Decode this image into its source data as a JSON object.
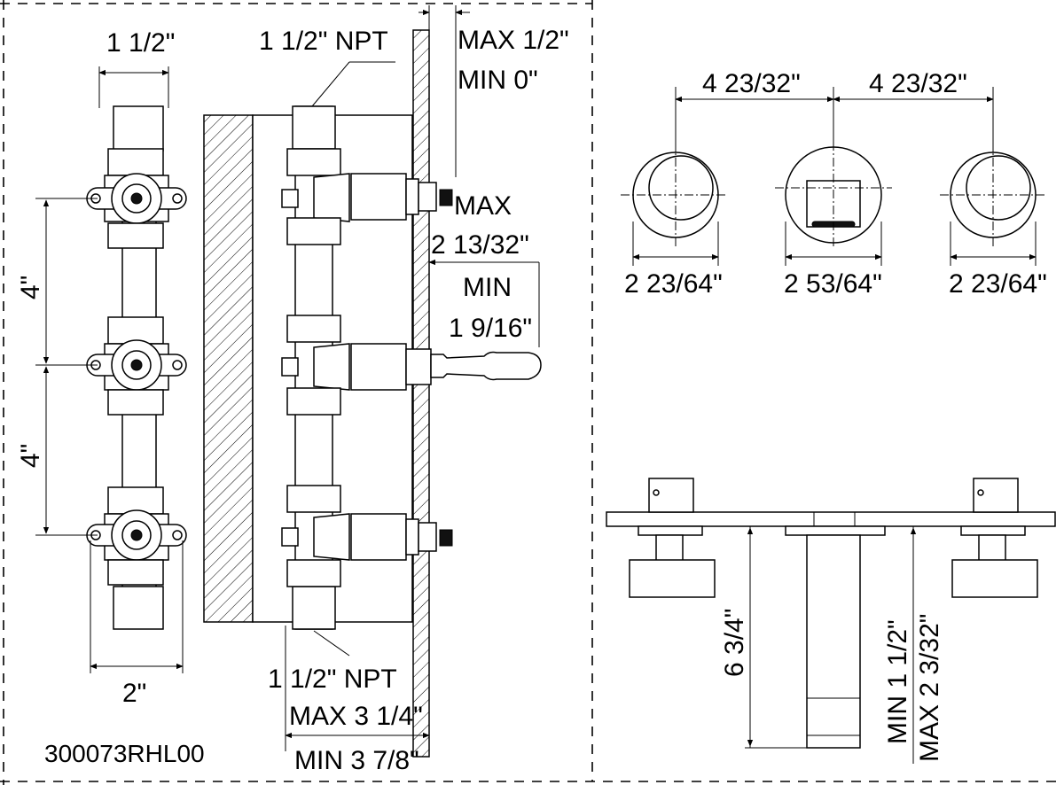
{
  "model_code": "300073RHL00",
  "front_view": {
    "top_width": "1 1/2\"",
    "spacing_upper": "4\"",
    "spacing_lower": "4\"",
    "bottom_width": "2\""
  },
  "side_view": {
    "inlet_top": "1 1/2\" NPT",
    "inlet_bottom": "1 1/2\" NPT",
    "wall_max": "MAX 1/2\"",
    "wall_min": "MIN 0\"",
    "handle_max_label": "MAX",
    "handle_max_value": "2 13/32\"",
    "handle_min_label": "MIN",
    "handle_min_value": "1 9/16\"",
    "depth_max": "MAX 3 1/4\"",
    "depth_min": "MIN 3 7/8\""
  },
  "top_view": {
    "spacing_left": "4 23/32\"",
    "spacing_right": "4 23/32\"",
    "diameter_left": "2 23/64\"",
    "diameter_center": "2 53/64\"",
    "diameter_right": "2 23/64\""
  },
  "elevation_view": {
    "spout_length": "6 3/4\"",
    "proj_min": "MIN 1 1/2\"",
    "proj_max": "MAX 2 3/32\""
  }
}
